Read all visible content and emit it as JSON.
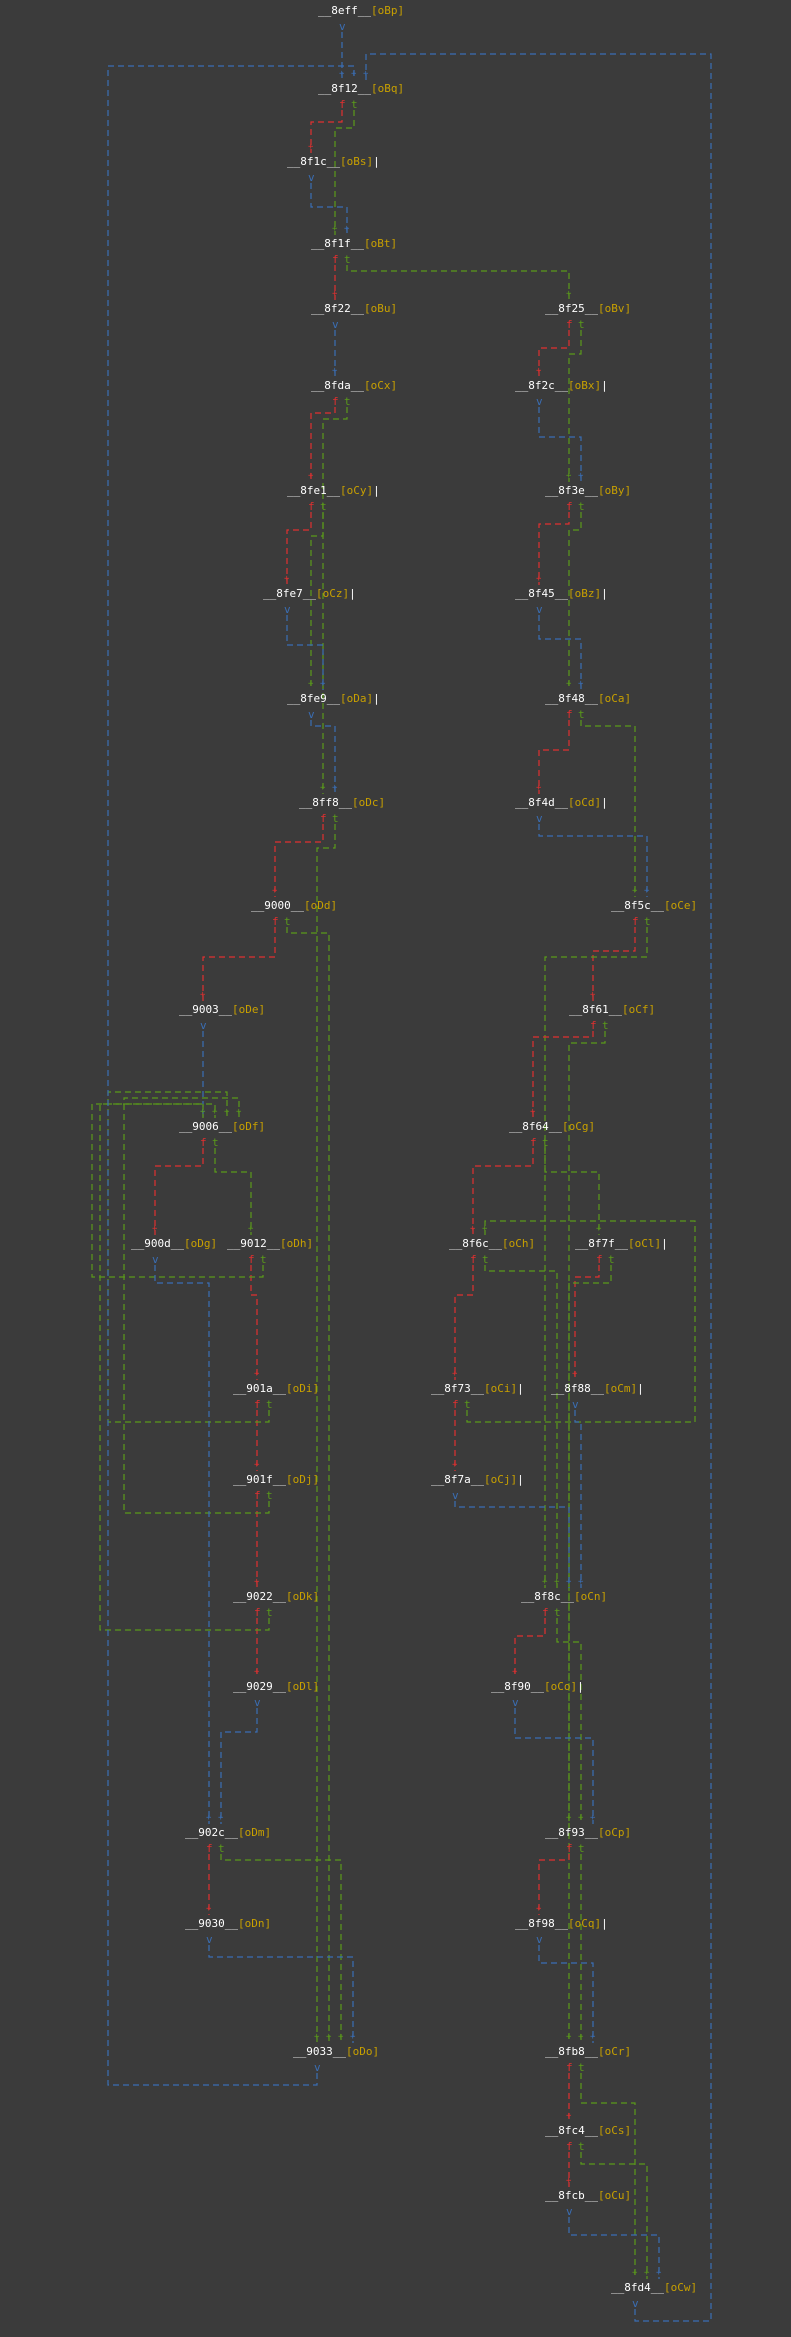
{
  "colors": {
    "background": "#3b3b3b",
    "node_text": "#ffffff",
    "tag": "#c8a000",
    "edge_jump": "#3a6eb5",
    "edge_true": "#5a9a1a",
    "edge_false": "#e03030"
  },
  "nodes": [
    {
      "id": "8eff",
      "name": "__8eff__",
      "tag": "[oBp]"
    },
    {
      "id": "8f12",
      "name": "__8f12__",
      "tag": "[oBq]"
    },
    {
      "id": "8f1c",
      "name": "__8f1c__",
      "tag": "[oBs]",
      "bar": "|"
    },
    {
      "id": "8f1f",
      "name": "__8f1f__",
      "tag": "[oBt]"
    },
    {
      "id": "8f22",
      "name": "__8f22__",
      "tag": "[oBu]"
    },
    {
      "id": "8f25",
      "name": "__8f25__",
      "tag": "[oBv]"
    },
    {
      "id": "8fda",
      "name": "__8fda__",
      "tag": "[oCx]"
    },
    {
      "id": "8f2c",
      "name": "__8f2c__",
      "tag": "[oBx]",
      "bar": "|"
    },
    {
      "id": "8fe1",
      "name": "__8fe1__",
      "tag": "[oCy]",
      "bar": "|"
    },
    {
      "id": "8f3e",
      "name": "__8f3e__",
      "tag": "[oBy]"
    },
    {
      "id": "8fe7",
      "name": "__8fe7__",
      "tag": "[oCz]",
      "bar": "|"
    },
    {
      "id": "8f45",
      "name": "__8f45__",
      "tag": "[oBz]",
      "bar": "|"
    },
    {
      "id": "8fe9",
      "name": "__8fe9__",
      "tag": "[oDa]",
      "bar": "|"
    },
    {
      "id": "8f48",
      "name": "__8f48__",
      "tag": "[oCa]"
    },
    {
      "id": "8ff8",
      "name": "__8ff8__",
      "tag": "[oDc]"
    },
    {
      "id": "8f4d",
      "name": "__8f4d__",
      "tag": "[oCd]",
      "bar": "|"
    },
    {
      "id": "9000",
      "name": "__9000__",
      "tag": "[oDd]"
    },
    {
      "id": "8f5c",
      "name": "__8f5c__",
      "tag": "[oCe]"
    },
    {
      "id": "9003",
      "name": "__9003__",
      "tag": "[oDe]"
    },
    {
      "id": "8f61",
      "name": "__8f61__",
      "tag": "[oCf]"
    },
    {
      "id": "9006",
      "name": "__9006__",
      "tag": "[oDf]"
    },
    {
      "id": "8f64",
      "name": "__8f64__",
      "tag": "[oCg]"
    },
    {
      "id": "900d",
      "name": "__900d__",
      "tag": "[oDg]"
    },
    {
      "id": "9012",
      "name": "__9012__",
      "tag": "[oDh]"
    },
    {
      "id": "8f6c",
      "name": "__8f6c__",
      "tag": "[oCh]"
    },
    {
      "id": "8f7f",
      "name": "__8f7f__",
      "tag": "[oCl]",
      "bar": "|"
    },
    {
      "id": "901a",
      "name": "__901a__",
      "tag": "[oDi]"
    },
    {
      "id": "8f73",
      "name": "__8f73__",
      "tag": "[oCi]",
      "bar": "|"
    },
    {
      "id": "8f88",
      "name": "__8f88__",
      "tag": "[oCm]",
      "bar": "|"
    },
    {
      "id": "901f",
      "name": "__901f__",
      "tag": "[oDj]"
    },
    {
      "id": "8f7a",
      "name": "__8f7a__",
      "tag": "[oCj]",
      "bar": "|"
    },
    {
      "id": "9022",
      "name": "__9022__",
      "tag": "[oDk]"
    },
    {
      "id": "8f8c",
      "name": "__8f8c__",
      "tag": "[oCn]"
    },
    {
      "id": "9029",
      "name": "__9029__",
      "tag": "[oDl]"
    },
    {
      "id": "8f90",
      "name": "__8f90__",
      "tag": "[oCo]",
      "bar": "|"
    },
    {
      "id": "902c",
      "name": "__902c__",
      "tag": "[oDm]"
    },
    {
      "id": "8f93",
      "name": "__8f93__",
      "tag": "[oCp]"
    },
    {
      "id": "9030",
      "name": "__9030__",
      "tag": "[oDn]"
    },
    {
      "id": "8f98",
      "name": "__8f98__",
      "tag": "[oCq]",
      "bar": "|"
    },
    {
      "id": "9033",
      "name": "__9033__",
      "tag": "[oDo]"
    },
    {
      "id": "8fb8",
      "name": "__8fb8__",
      "tag": "[oCr]"
    },
    {
      "id": "8fc4",
      "name": "__8fc4__",
      "tag": "[oCs]"
    },
    {
      "id": "8fcb",
      "name": "__8fcb__",
      "tag": "[oCu]"
    },
    {
      "id": "8fd4",
      "name": "__8fd4__",
      "tag": "[oCw]"
    }
  ],
  "edges": [
    {
      "from": "8eff",
      "to": "8f12",
      "type": "jump"
    },
    {
      "from": "8f12",
      "to": "8f1c",
      "type": "false"
    },
    {
      "from": "8f12",
      "to": "8f1f",
      "type": "true"
    },
    {
      "from": "8f1c",
      "to": "8f1f",
      "type": "jump"
    },
    {
      "from": "8f1f",
      "to": "8f22",
      "type": "false"
    },
    {
      "from": "8f1f",
      "to": "8f25",
      "type": "true"
    },
    {
      "from": "8f22",
      "to": "8fda",
      "type": "jump"
    },
    {
      "from": "8f25",
      "to": "8f2c",
      "type": "false"
    },
    {
      "from": "8f25",
      "to": "8f3e",
      "type": "true"
    },
    {
      "from": "8f2c",
      "to": "8f3e",
      "type": "jump"
    },
    {
      "from": "8fda",
      "to": "8fe1",
      "type": "false"
    },
    {
      "from": "8fda",
      "to": "8ff8",
      "type": "true"
    },
    {
      "from": "8fe1",
      "to": "8fe7",
      "type": "false"
    },
    {
      "from": "8fe1",
      "to": "8fe9",
      "type": "true"
    },
    {
      "from": "8fe7",
      "to": "8fe9",
      "type": "jump"
    },
    {
      "from": "8fe9",
      "to": "8ff8",
      "type": "jump"
    },
    {
      "from": "8f3e",
      "to": "8f45",
      "type": "false"
    },
    {
      "from": "8f3e",
      "to": "8f48",
      "type": "true"
    },
    {
      "from": "8f45",
      "to": "8f48",
      "type": "jump"
    },
    {
      "from": "8f48",
      "to": "8f4d",
      "type": "false"
    },
    {
      "from": "8f48",
      "to": "8f5c",
      "type": "true"
    },
    {
      "from": "8f4d",
      "to": "8f5c",
      "type": "jump"
    },
    {
      "from": "8ff8",
      "to": "9000",
      "type": "false"
    },
    {
      "from": "8ff8",
      "to": "9033",
      "type": "true"
    },
    {
      "from": "9000",
      "to": "9003",
      "type": "false"
    },
    {
      "from": "9000",
      "to": "9033",
      "type": "true"
    },
    {
      "from": "9003",
      "to": "9006",
      "type": "jump"
    },
    {
      "from": "9006",
      "to": "900d",
      "type": "false"
    },
    {
      "from": "9006",
      "to": "9012",
      "type": "true"
    },
    {
      "from": "9012",
      "to": "901a",
      "type": "false"
    },
    {
      "from": "9012",
      "to": "9006",
      "type": "true"
    },
    {
      "from": "901a",
      "to": "901f",
      "type": "false"
    },
    {
      "from": "901a",
      "to": "9006",
      "type": "true"
    },
    {
      "from": "901f",
      "to": "9022",
      "type": "false"
    },
    {
      "from": "901f",
      "to": "9006",
      "type": "true"
    },
    {
      "from": "9022",
      "to": "9029",
      "type": "false"
    },
    {
      "from": "9022",
      "to": "9006",
      "type": "true"
    },
    {
      "from": "900d",
      "to": "902c",
      "type": "jump"
    },
    {
      "from": "9029",
      "to": "902c",
      "type": "jump"
    },
    {
      "from": "902c",
      "to": "9030",
      "type": "false"
    },
    {
      "from": "902c",
      "to": "9033",
      "type": "true"
    },
    {
      "from": "9030",
      "to": "9033",
      "type": "jump"
    },
    {
      "from": "9033",
      "to": "8f12",
      "type": "jump"
    },
    {
      "from": "8f5c",
      "to": "8f61",
      "type": "false"
    },
    {
      "from": "8f5c",
      "to": "8f8c",
      "type": "true"
    },
    {
      "from": "8f61",
      "to": "8f64",
      "type": "false"
    },
    {
      "from": "8f61",
      "to": "8f93",
      "type": "true"
    },
    {
      "from": "8f64",
      "to": "8f6c",
      "type": "false"
    },
    {
      "from": "8f64",
      "to": "8f7f",
      "type": "true"
    },
    {
      "from": "8f6c",
      "to": "8f73",
      "type": "false"
    },
    {
      "from": "8f6c",
      "to": "8f8c",
      "type": "true"
    },
    {
      "from": "8f7f",
      "to": "8f88",
      "type": "false"
    },
    {
      "from": "8f7f",
      "to": "8fb8",
      "type": "true"
    },
    {
      "from": "8f73",
      "to": "8f7a",
      "type": "false"
    },
    {
      "from": "8f73",
      "to": "8f6c",
      "type": "true"
    },
    {
      "from": "8f7a",
      "to": "8f8c",
      "type": "jump"
    },
    {
      "from": "8f88",
      "to": "8f8c",
      "type": "jump"
    },
    {
      "from": "8f8c",
      "to": "8f90",
      "type": "false"
    },
    {
      "from": "8f8c",
      "to": "8f93",
      "type": "true"
    },
    {
      "from": "8f90",
      "to": "8f93",
      "type": "jump"
    },
    {
      "from": "8f93",
      "to": "8f98",
      "type": "false"
    },
    {
      "from": "8f93",
      "to": "8fb8",
      "type": "true"
    },
    {
      "from": "8f98",
      "to": "8fb8",
      "type": "jump"
    },
    {
      "from": "8fb8",
      "to": "8fc4",
      "type": "false"
    },
    {
      "from": "8fb8",
      "to": "8fd4",
      "type": "true"
    },
    {
      "from": "8fc4",
      "to": "8fcb",
      "type": "false"
    },
    {
      "from": "8fc4",
      "to": "8fd4",
      "type": "true"
    },
    {
      "from": "8fcb",
      "to": "8fd4",
      "type": "jump"
    },
    {
      "from": "8fd4",
      "to": "8f12",
      "type": "jump"
    }
  ],
  "edge_labels": {
    "true": "t",
    "false": "f",
    "jump": "v",
    "junction": "+"
  }
}
